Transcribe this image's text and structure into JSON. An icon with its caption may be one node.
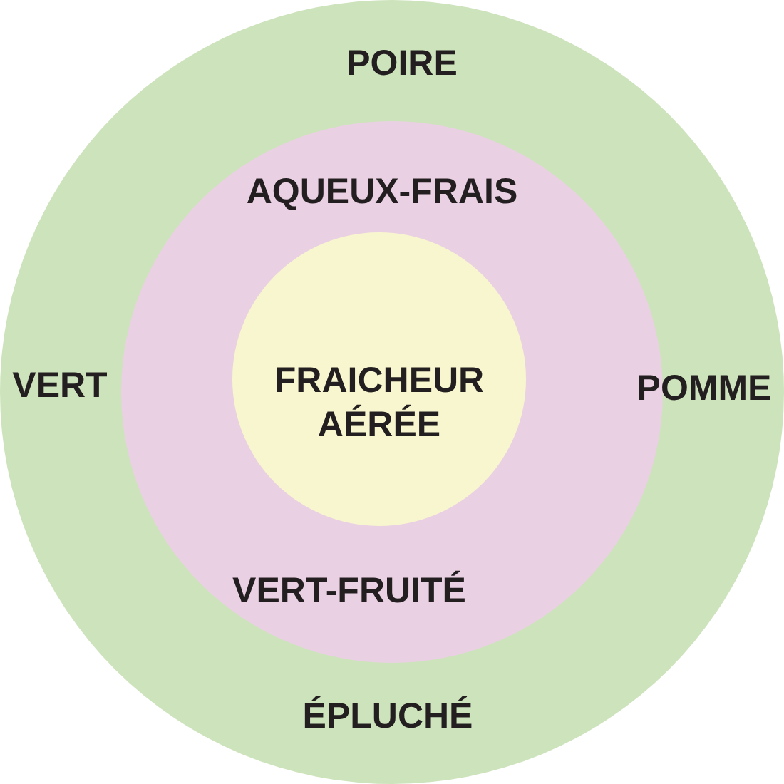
{
  "diagram": {
    "nodes": [
      {
        "text": [
          "POIRE",
          "VERT",
          "POMME",
          "ÉPLUCHÉ"
        ]
      },
      {
        "text": [
          "AQUEUX-FRAIS",
          "VERT-FRUITÉ"
        ],
        "in": 0
      },
      {
        "text": [
          "FRAICHEUR AÉRÉE"
        ],
        "in": 1
      }
    ]
  }
}
